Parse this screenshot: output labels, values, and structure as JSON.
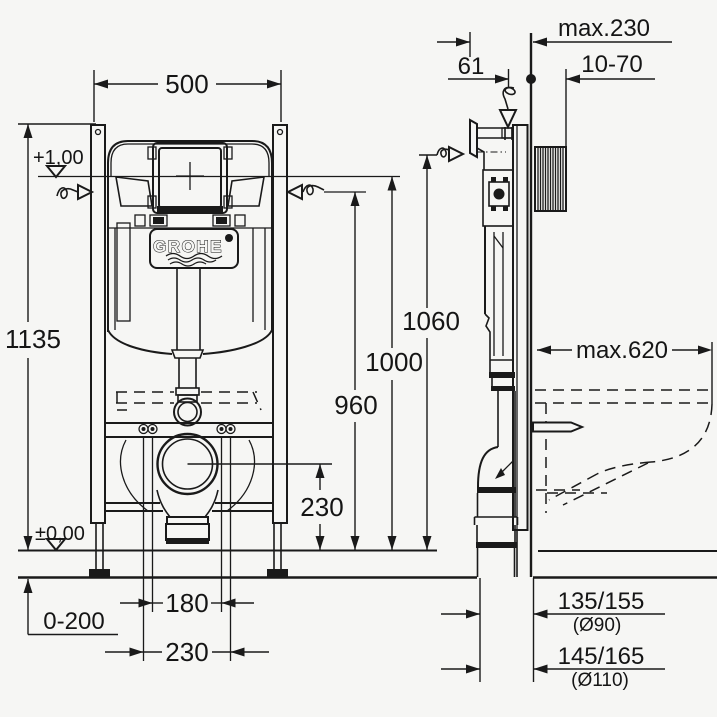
{
  "colors": {
    "background": "#f6f6f4",
    "line": "#1a1a1a"
  },
  "logo": {
    "brand": "GROHE"
  },
  "front_view": {
    "width_label": "500",
    "height_label": "1135",
    "upper_level_label": "+1,00",
    "floor_level_label": "±0,00",
    "flush_height_label": "960",
    "level_height_label": "1000",
    "supply_height_label": "1060",
    "drain_height_label": "230",
    "bolt_spacing_label": "180",
    "drain_offset_label": "230",
    "floor_adjust_label": "0-200"
  },
  "side_view": {
    "front_depth_label": "max.230",
    "supply_offset_label": "61",
    "wall_finish_label": "10-70",
    "bowl_depth_label": "max.620",
    "drain_pos1_label": "135/155",
    "drain_pos1_dia_label": "(Ø90)",
    "drain_pos2_label": "145/165",
    "drain_pos2_dia_label": "(Ø110)"
  }
}
